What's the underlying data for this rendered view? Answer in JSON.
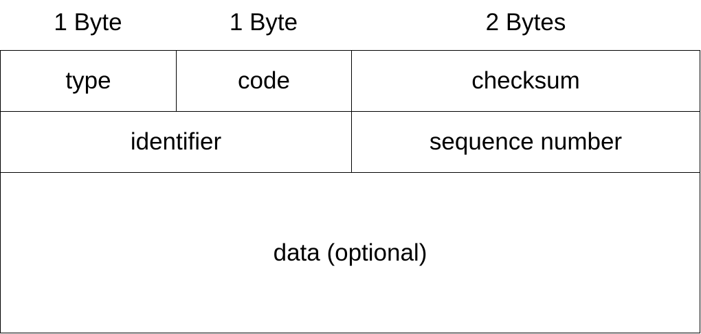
{
  "header": {
    "col1_size": "1 Byte",
    "col2_size": "1 Byte",
    "col3_size": "2 Bytes"
  },
  "fields": {
    "type": "type",
    "code": "code",
    "checksum": "checksum",
    "identifier": "identifier",
    "sequence_number": "sequence number",
    "data": "data (optional)"
  }
}
